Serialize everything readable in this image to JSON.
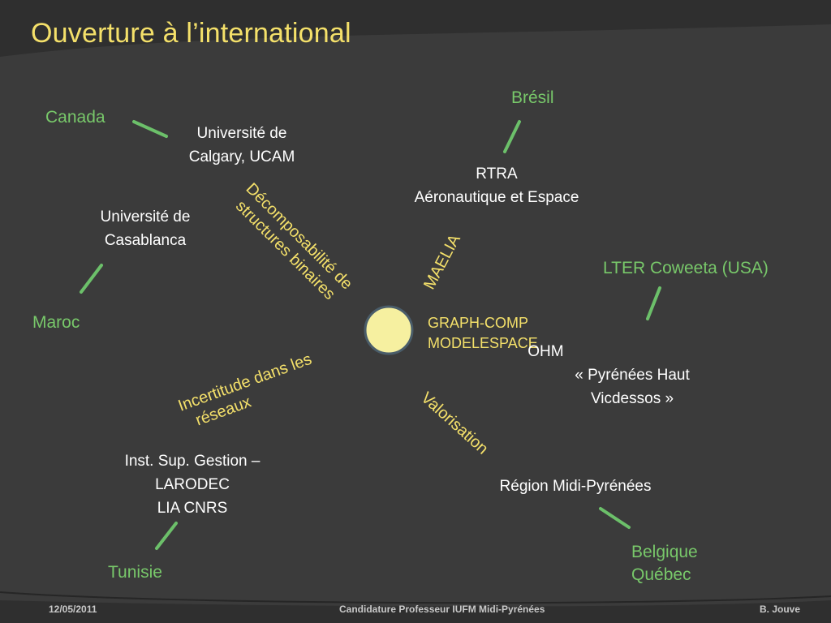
{
  "title": "Ouverture à l’international",
  "hub": {
    "lines": [
      "GRAPH-COMP",
      "MODELESPACE"
    ]
  },
  "spokes": [
    {
      "lines": [
        "Décomposabilité de",
        "structures binaires"
      ]
    },
    {
      "lines": [
        "MAELIA"
      ]
    },
    {
      "lines": [
        "Incertitude dans les",
        "réseaux"
      ]
    },
    {
      "lines": [
        "Valorisation"
      ]
    }
  ],
  "partners": [
    {
      "lines": [
        "Université de",
        "Calgary, UCAM"
      ]
    },
    {
      "lines": [
        "RTRA",
        "Aéronautique et Espace"
      ]
    },
    {
      "lines": [
        "Université de",
        "Casablanca"
      ]
    },
    {
      "lines": [
        "OHM",
        "« Pyrénées Haut",
        "Vicdessos »"
      ]
    },
    {
      "lines": [
        "Inst. Sup. Gestion –",
        "LARODEC",
        "LIA CNRS"
      ]
    },
    {
      "lines": [
        "Région Midi-Pyrénées"
      ]
    }
  ],
  "countries": [
    {
      "lines": [
        "Canada"
      ]
    },
    {
      "lines": [
        "Brésil"
      ]
    },
    {
      "lines": [
        "LTER Coweeta (USA)"
      ]
    },
    {
      "lines": [
        "Maroc"
      ]
    },
    {
      "lines": [
        "Tunisie"
      ]
    },
    {
      "lines": [
        "Belgique",
        "Québec"
      ]
    }
  ],
  "footer": {
    "date": "12/05/2011",
    "center": "Candidature Professeur IUFM Midi-Pyrénées",
    "author": "B. Jouve"
  },
  "colors": {
    "background": "#2f2f2f",
    "title": "#f4e06a",
    "hub_fill": "#f6f0a0",
    "hub_stroke": "#4a5d6a",
    "connector": "#6cc06a",
    "country_text": "#78c86a",
    "partner_text": "#ffffff"
  }
}
